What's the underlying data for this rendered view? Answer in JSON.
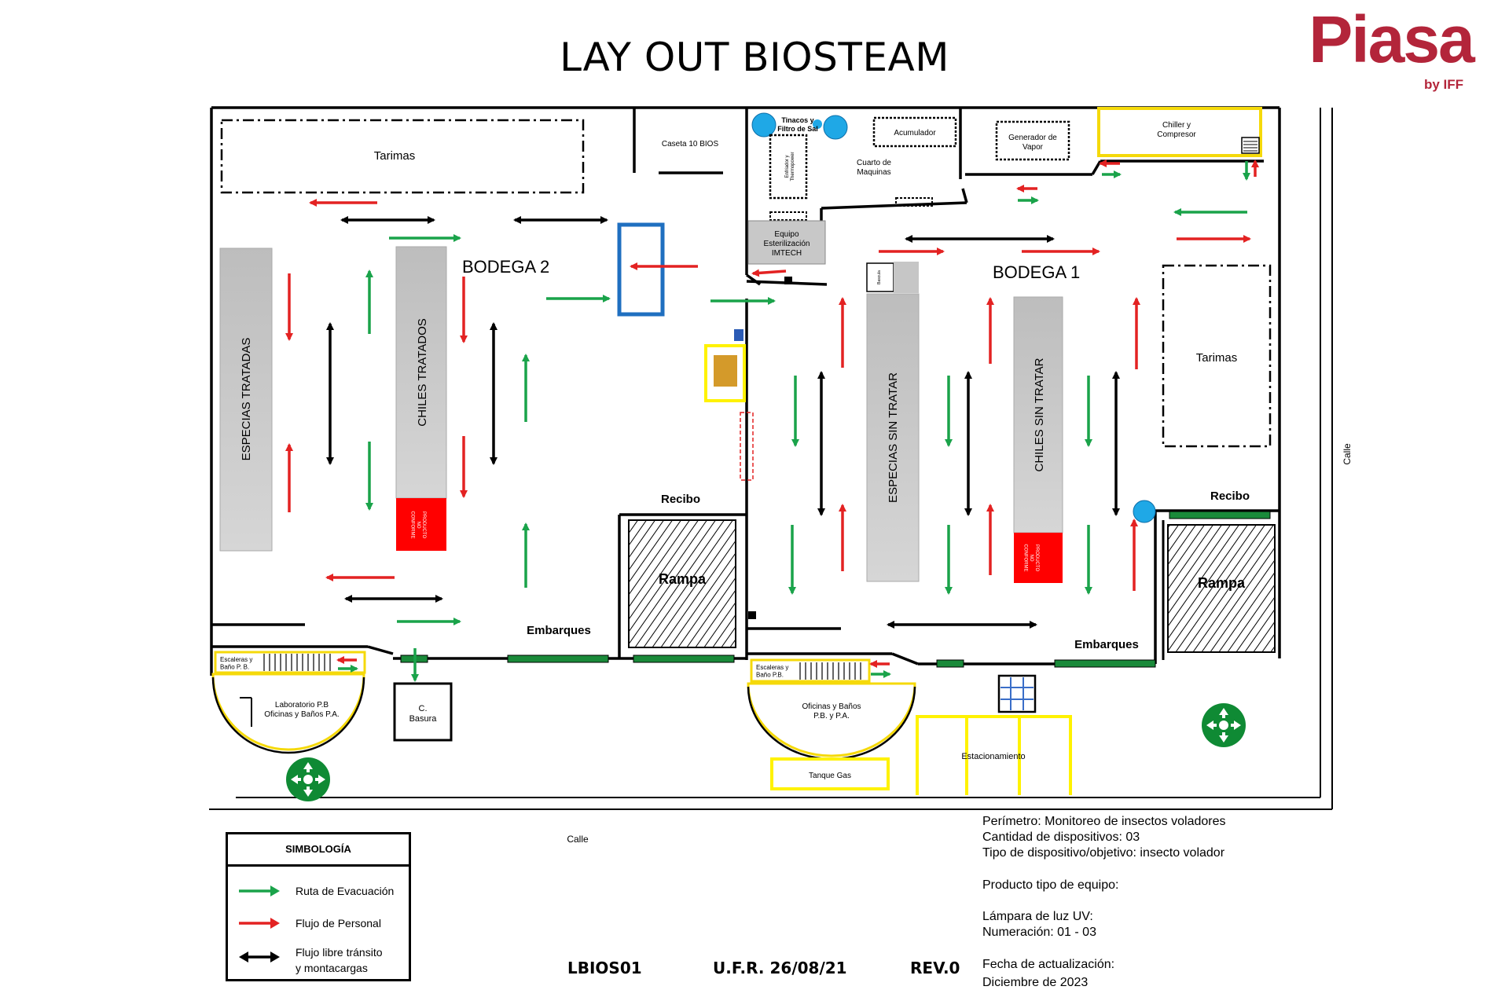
{
  "title": "LAY OUT BIOSTEAM",
  "logo": {
    "word": "Piasa",
    "by": "by IFF",
    "color": "#b3253a"
  },
  "colors": {
    "evacuation": "#1aa34a",
    "personnel": "#e32222",
    "free_transit": "#000000",
    "rack": "#bdbdbd",
    "non_conforming": "#ff0000",
    "trap_box": "#fff200",
    "sterilizer_box": "#1f6fc0",
    "water_tank": "#1fa8e6",
    "conveyor": "#1a8a3a",
    "assembly_point": "#0f8a34"
  },
  "areas": {
    "bodega2": "BODEGA 2",
    "bodega1": "BODEGA 1",
    "tarimas_left": "Tarimas",
    "tarimas_right": "Tarimas",
    "especias_tratadas": "ESPECIAS TRATADAS",
    "chiles_tratados": "CHILES TRATADOS",
    "especias_sin_tratar": "ESPECIAS SIN TRATAR",
    "chiles_sin_tratar": "CHILES SIN TRATAR",
    "producto_no_conforme": "PRODUCTO NO CONFORME",
    "caseta": "Caseta 10 BIOS",
    "tinacos": "Tinacos y Filtro de Sal",
    "cuarto_maquinas": "Cuarto de Maquinas",
    "acumulador": "Acumulador",
    "generador": "Generador de Vapor",
    "chiller": "Chiller y Compresor",
    "enfriador": "Enfriador y Thermopower",
    "equipo_esterilizacion": "Equipo Esterilización IMTECH",
    "bascula": "Bascula",
    "recibo_left": "Recibo",
    "recibo_right": "Recibo",
    "rampa_left": "Rampa",
    "rampa_right": "Rampa",
    "embarques_left": "Embarques",
    "embarques_right": "Embarques",
    "escaleras_left": "Escaleras y Baño P. B.",
    "escaleras_right": "Escaleras y Baño P.B.",
    "laboratorio": "Laboratorio P.B Oficinas y Baños P.A.",
    "oficinas": "Oficinas y Baños P.B. y P.A.",
    "basura": "C. Basura",
    "tanque_gas": "Tanque Gas",
    "estacionamiento": "Estacionamiento",
    "calle_bottom": "Calle",
    "calle_right": "Calle"
  },
  "legend": {
    "title": "SIMBOLOGÍA",
    "items": [
      {
        "label": "Ruta de Evacuación",
        "color": "#1aa34a",
        "kind": "single"
      },
      {
        "label": "Flujo de Personal",
        "color": "#e32222",
        "kind": "single"
      },
      {
        "label": "Flujo libre tránsito\ny montacargas",
        "color": "#000000",
        "kind": "double"
      }
    ]
  },
  "codes": {
    "doc": "LBIOS01",
    "ufr": "U.F.R. 26/08/21",
    "rev": "REV.0"
  },
  "notes": {
    "perimetro": "Perímetro: Monitoreo de insectos voladores",
    "cantidad": "Cantidad de dispositivos:  03",
    "tipo": "Tipo de dispositivo/objetivo: insecto volador",
    "producto": "Producto tipo de equipo:",
    "lampara": "Lámpara de luz UV:",
    "numeracion": "Numeración: 01 - 03",
    "fecha_label": "Fecha de actualización:",
    "fecha_value": "Diciembre de 2023"
  }
}
